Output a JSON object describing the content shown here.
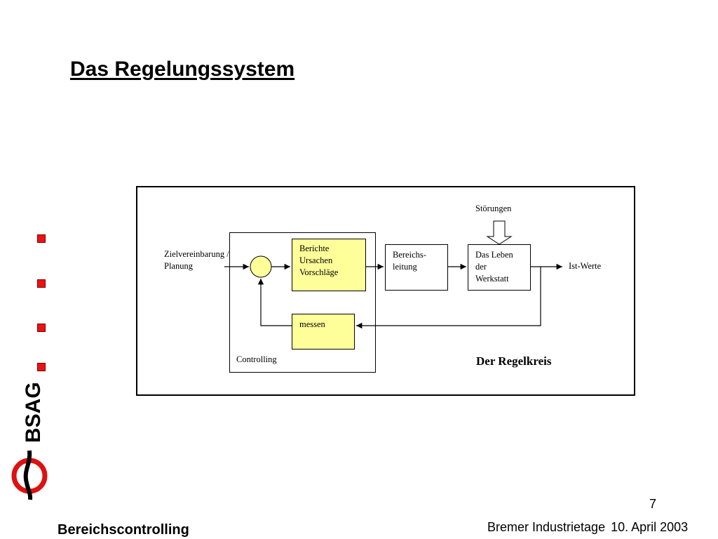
{
  "slide": {
    "title": "Das Regelungssystem",
    "page_number": "7",
    "footer_left": "Bereichscontrolling",
    "footer_event": "Bremer Industrietage",
    "footer_date": "10. April 2003",
    "bullet_color": "#ee1111",
    "logo_text": "BSAG"
  },
  "diagram": {
    "input_label_line1": "Zielvereinbarung /",
    "input_label_line2": "Planung",
    "berichte_lines": [
      "Berichte",
      "Ursachen",
      "Vorschläge"
    ],
    "messen_label": "messen",
    "controlling_label": "Controlling",
    "bereichsleitung_lines": [
      "Bereichs-",
      "leitung"
    ],
    "werkstatt_lines": [
      "Das Leben",
      "der",
      "Werkstatt"
    ],
    "stoerungen_label": "Störungen",
    "output_label": "Ist-Werte",
    "caption": "Der Regelkreis",
    "highlight_color": "#ffff99"
  }
}
